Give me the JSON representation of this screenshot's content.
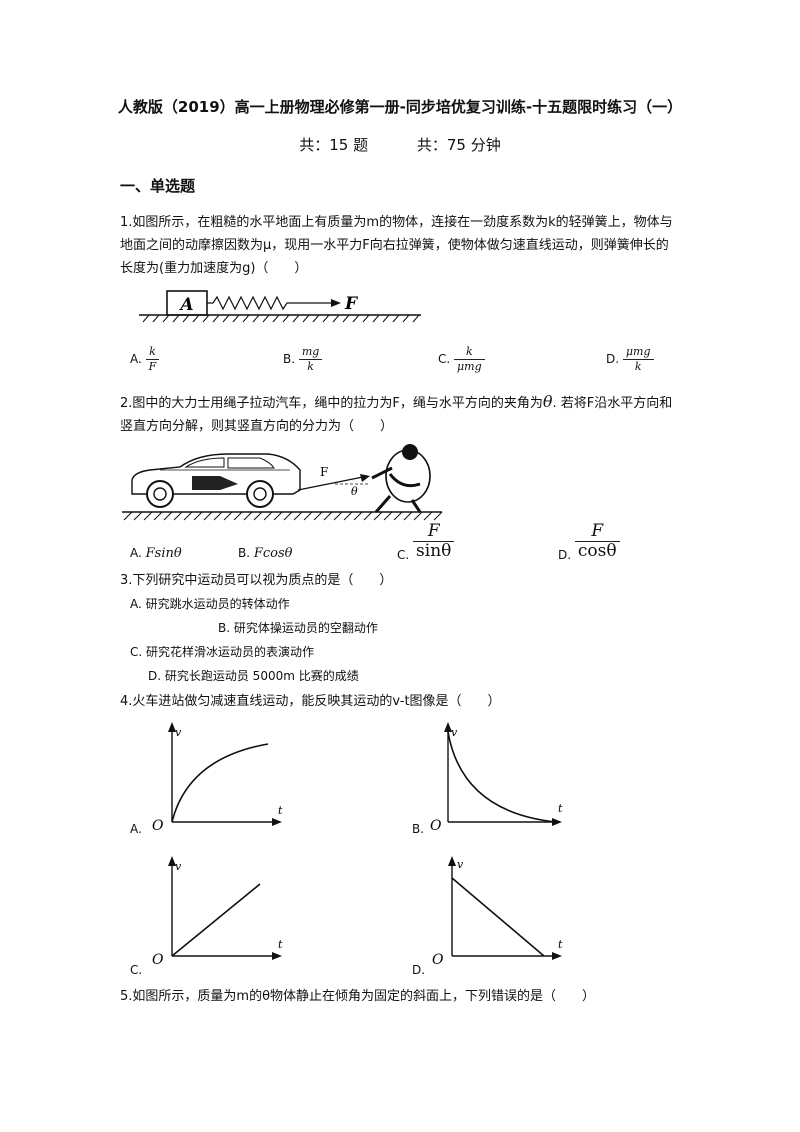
{
  "header": {
    "title": "人教版（2019）高一上册物理必修第一册-同步培优复习训练-十五题限时练习（一）",
    "total_questions": "共：15 题",
    "total_time": "共：75 分钟"
  },
  "section": {
    "title": "一、单选题"
  },
  "q1": {
    "text": "1.如图所示，在粗糙的水平地面上有质量为m的物体，连接在一劲度系数为k的轻弹簧上，物体与地面之间的动摩擦因数为μ，现用一水平力F向右拉弹簧，使物体做匀速直线运动，则弹簧伸长的长度为(重力加速度为g)（　　）",
    "figure": {
      "block_label": "A",
      "force_label": "F"
    },
    "options": [
      {
        "label": "A.",
        "num": "k",
        "den": "F"
      },
      {
        "label": "B.",
        "num": "mg",
        "den": "k"
      },
      {
        "label": "C.",
        "num": "k",
        "den": "μmg"
      },
      {
        "label": "D.",
        "num": "μmg",
        "den": "k"
      }
    ]
  },
  "q2": {
    "text_before": "2.图中的大力士用绳子拉动汽车，绳中的拉力为F，绳与水平方向的夹角为",
    "theta": "θ",
    "text_after": ". 若将F沿水平方向和竖直方向分解，则其竖直方向的分力为（　　）",
    "figure": {
      "force_label": "F",
      "angle_label": "θ"
    },
    "options": [
      {
        "label": "A.",
        "expr": "Fsinθ"
      },
      {
        "label": "B.",
        "expr": "Fcosθ"
      },
      {
        "label": "C.",
        "num": "F",
        "den": "sinθ"
      },
      {
        "label": "D.",
        "num": "F",
        "den": "cosθ"
      }
    ]
  },
  "q3": {
    "text": "3.下列研究中运动员可以视为质点的是（　　）",
    "options": [
      "A. 研究跳水运动员的转体动作",
      "B. 研究体操运动员的空翻动作",
      "C. 研究花样滑冰运动员的表演动作",
      "D. 研究长跑运动员 5000m 比赛的成绩"
    ]
  },
  "q4": {
    "text": "4.火车进站做匀减速直线运动，能反映其运动的v-t图像是（　　）",
    "graphs": [
      {
        "label": "A.",
        "v_axis": "v",
        "t_axis": "t",
        "origin": "O",
        "shape": "increasing-concave"
      },
      {
        "label": "B.",
        "v_axis": "v",
        "t_axis": "t",
        "origin": "O",
        "shape": "decreasing-convex"
      },
      {
        "label": "C.",
        "v_axis": "v",
        "t_axis": "t",
        "origin": "O",
        "shape": "increasing-linear"
      },
      {
        "label": "D.",
        "v_axis": "v",
        "t_axis": "t",
        "origin": "O",
        "shape": "decreasing-linear"
      }
    ]
  },
  "q5": {
    "text": "5.如图所示，质量为m的θ物体静止在倾角为固定的斜面上，下列错误的是（　　）"
  }
}
